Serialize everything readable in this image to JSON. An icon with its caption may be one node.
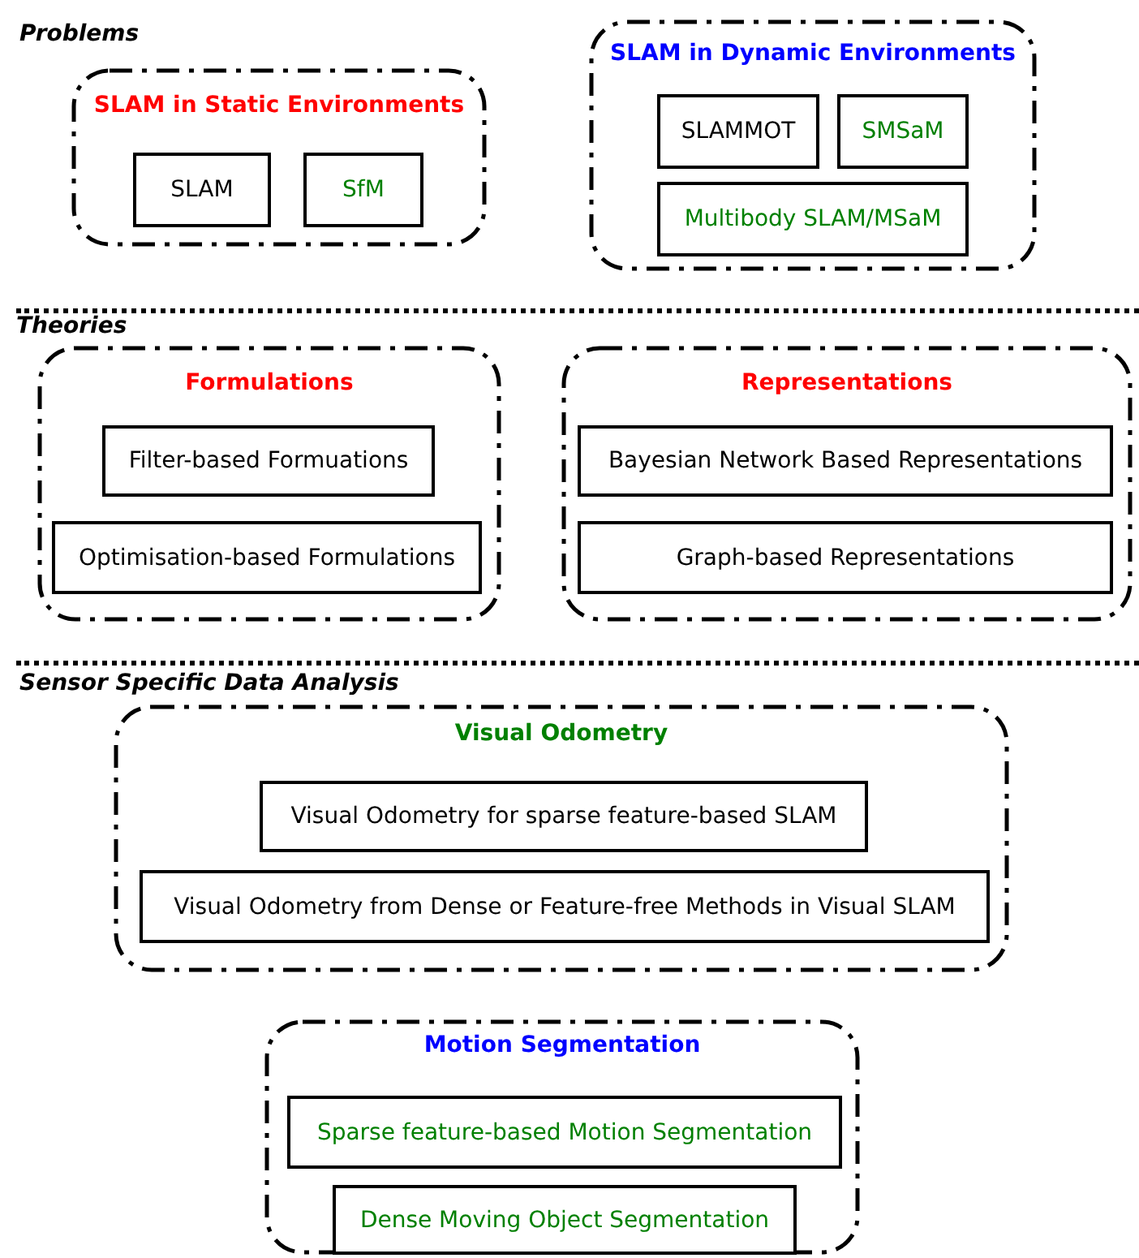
{
  "diagram": {
    "nodes": [
      {
        "text": [
          "SLAM in Static Environments"
        ]
      },
      {
        "text": [
          "SLAM"
        ],
        "in": 0
      },
      {
        "text": [
          "SfM"
        ],
        "in": 0
      },
      {
        "text": [
          "SLAM in Dynamic Environments"
        ]
      },
      {
        "text": [
          "SLAMMOT"
        ],
        "in": 3
      },
      {
        "text": [
          "SMSaM"
        ],
        "in": 3
      },
      {
        "text": [
          "Multibody SLAM/MSaM"
        ],
        "in": 3
      },
      {
        "text": [
          "Formulations"
        ]
      },
      {
        "text": [
          "Filter-based Formuations"
        ],
        "in": 7
      },
      {
        "text": [
          "Optimisation-based Formulations"
        ],
        "in": 7
      },
      {
        "text": [
          "Representations"
        ]
      },
      {
        "text": [
          "Bayesian Network Based Representations"
        ],
        "in": 10
      },
      {
        "text": [
          "Graph-based Representations"
        ],
        "in": 10
      },
      {
        "text": [
          "Visual Odometry"
        ]
      },
      {
        "text": [
          "Visual Odometry for sparse feature-based SLAM"
        ],
        "in": 13
      },
      {
        "text": [
          "Visual Odometry from Dense or Feature-free Methods in Visual SLAM"
        ],
        "in": 13
      },
      {
        "text": [
          "Motion Segmentation"
        ]
      },
      {
        "text": [
          "Sparse feature-based Motion Segmentation"
        ],
        "in": 16
      },
      {
        "text": [
          "Dense Moving Object Segmentation"
        ],
        "in": 16
      }
    ],
    "labels": [
      "Problems",
      "Theories",
      "Sensor Specific Data Analysis"
    ]
  }
}
